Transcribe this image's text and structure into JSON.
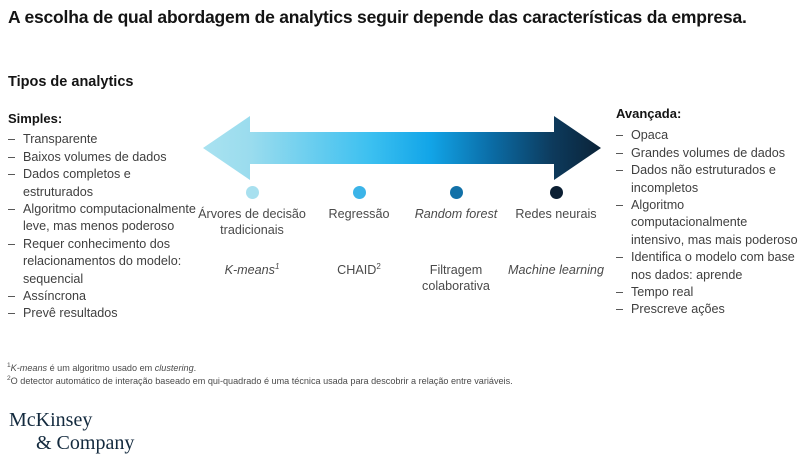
{
  "title": "A escolha de qual abordagem de analytics seguir depende das características da empresa.",
  "section_heading": "Tipos de analytics",
  "left_column": {
    "title": "Simples:",
    "bullets": [
      "Transparente",
      "Baixos volumes de dados",
      "Dados completos e estruturados",
      "Algoritmo computacionalmente leve, mas menos poderoso",
      "Requer conhecimento dos relacionamentos do modelo: sequencial",
      "Assíncrona",
      "Prevê resultados"
    ]
  },
  "right_column": {
    "title": "Avançada:",
    "bullets": [
      "Opaca",
      "Grandes volumes de dados",
      "Dados não estruturados e incompletos",
      "Algoritmo computacionalmente intensivo, mas mais poderoso",
      "Identifica o modelo com base nos dados: aprende",
      "Tempo real",
      "Prescreve ações"
    ]
  },
  "arrow": {
    "name": "double-headed-gradient-arrow",
    "direction": "bidirectional",
    "gradient_start": "#a9e2f0",
    "gradient_mid": "#12a5e8",
    "gradient_end": "#0b2338"
  },
  "scale": {
    "items": [
      {
        "dot_color": "#a8e0ef",
        "label": "Árvores de decisão tradicionais",
        "label_italic": false,
        "sub": "K-means",
        "sub_sup": "1",
        "sub_italic": true
      },
      {
        "dot_color": "#3cb4e8",
        "label": "Regressão",
        "label_italic": false,
        "sub": "CHAID",
        "sub_sup": "2",
        "sub_italic": false
      },
      {
        "dot_color": "#1271a8",
        "label": "Random forest",
        "label_italic": true,
        "sub": "Filtragem colaborativa",
        "sub_sup": "",
        "sub_italic": false
      },
      {
        "dot_color": "#0b1f33",
        "label": "Redes neurais",
        "label_italic": false,
        "sub": "Machine learning",
        "sub_sup": "",
        "sub_italic": true
      }
    ]
  },
  "footnotes": [
    {
      "marker": "1",
      "pre": "K-means",
      "pre_italic": true,
      "mid": " é um algoritmo usado em ",
      "post": "clustering",
      "post_italic": true,
      "tail": "."
    },
    {
      "marker": "2",
      "pre": "O detector automático de interação baseado em qui-quadrado é uma técnica usada para descobrir a relação entre variáveis.",
      "pre_italic": false,
      "mid": "",
      "post": "",
      "post_italic": false,
      "tail": ""
    }
  ],
  "logo": {
    "line1": "McKinsey",
    "line2": "& Company"
  }
}
